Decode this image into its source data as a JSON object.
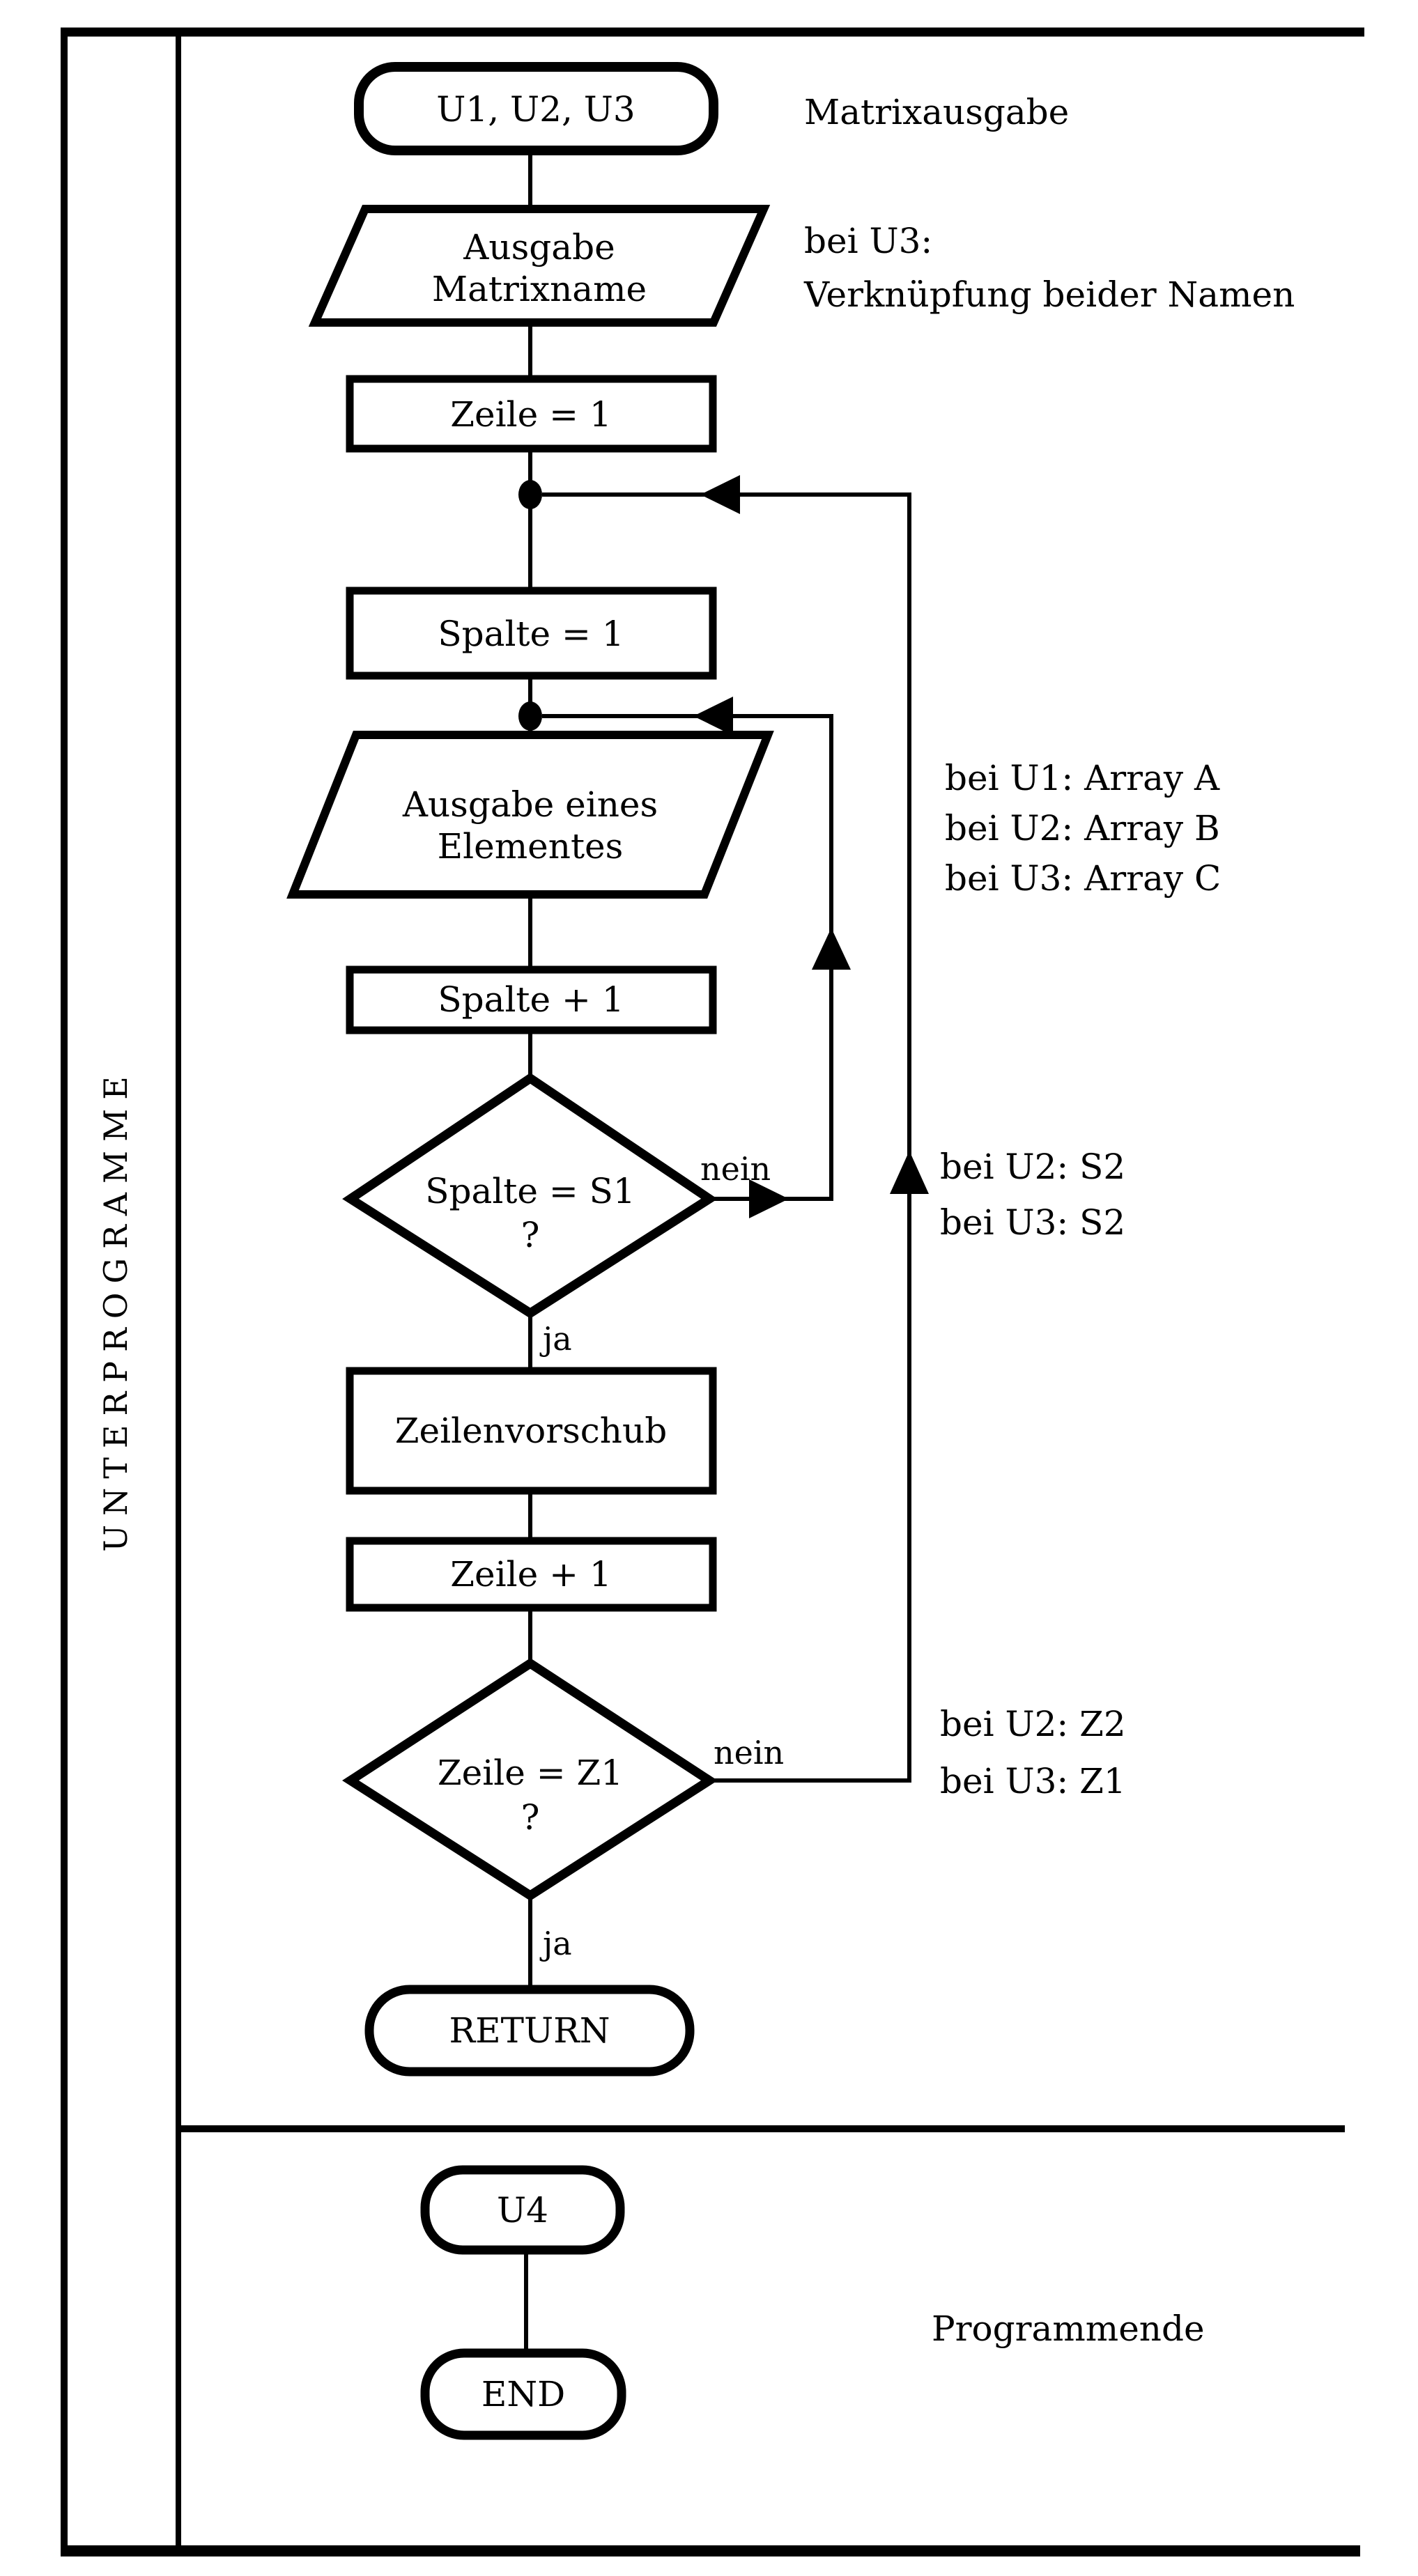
{
  "diagram": {
    "sidebar_label": "UNTERPROGRAMME",
    "nodes": {
      "start": {
        "label": "U1, U2, U3"
      },
      "output_matrixname": {
        "line1": "Ausgabe",
        "line2": "Matrixname"
      },
      "set_zeile": {
        "label": "Zeile = 1"
      },
      "set_spalte": {
        "label": "Spalte = 1"
      },
      "output_element": {
        "line1": "Ausgabe eines",
        "line2": "Elementes"
      },
      "inc_spalte": {
        "label": "Spalte + 1"
      },
      "check_spalte": {
        "line1": "Spalte = S1",
        "line2": "?"
      },
      "zeilenvorschub": {
        "label": "Zeilenvorschub"
      },
      "inc_zeile": {
        "label": "Zeile + 1"
      },
      "check_zeile": {
        "line1": "Zeile = Z1",
        "line2": "?"
      },
      "return": {
        "label": "RETURN"
      },
      "u4": {
        "label": "U4"
      },
      "end": {
        "label": "END"
      }
    },
    "edge_labels": {
      "spalte_no": "nein",
      "spalte_yes": "ja",
      "zeile_no": "nein",
      "zeile_yes": "ja"
    },
    "annotations": {
      "start_note": "Matrixausgabe",
      "u3_note_line1": "bei U3:",
      "u3_note_line2": "Verknüpfung beider Namen",
      "element_notes": [
        "bei U1: Array A",
        "bei U2: Array B",
        "bei U3: Array C"
      ],
      "spalte_notes": [
        "bei U2: S2",
        "bei U3: S2"
      ],
      "zeile_notes": [
        "bei U2: Z2",
        "bei U3: Z1"
      ],
      "end_note": "Programmende"
    },
    "colors": {
      "ink": "#000000",
      "paper": "#ffffff"
    }
  }
}
